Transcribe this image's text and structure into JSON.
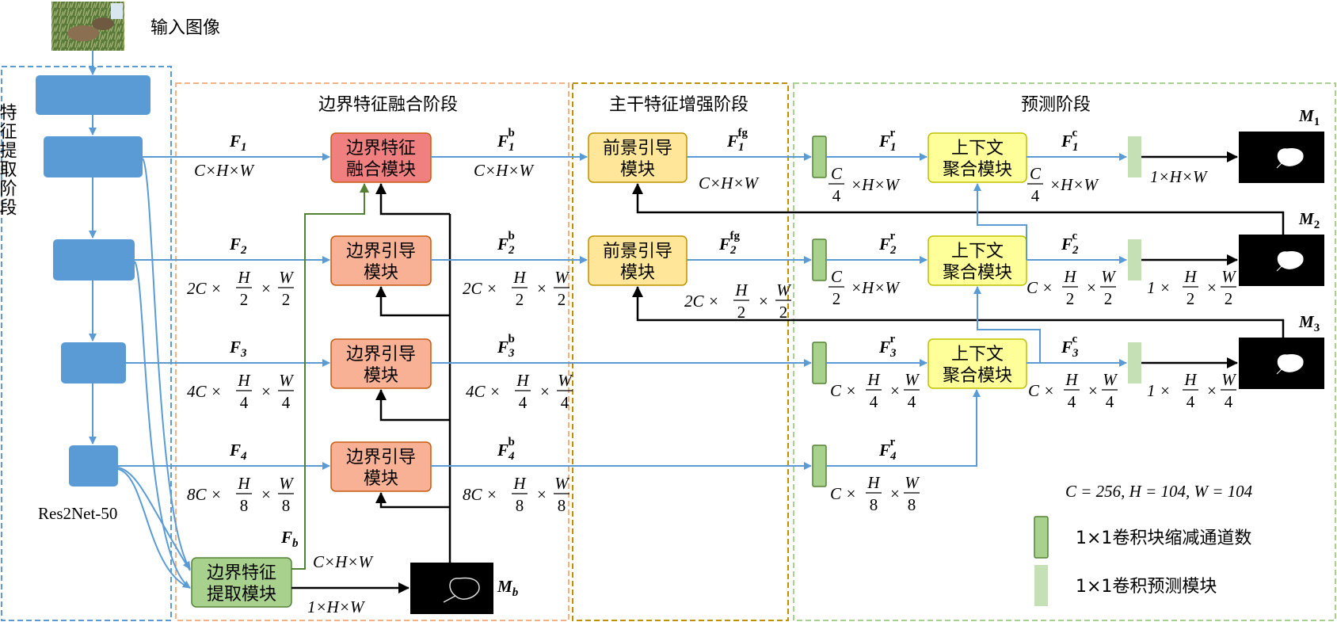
{
  "input_label": "输入图像",
  "backbone_label": "Res2Net-50",
  "stages": {
    "extract": "特征提取阶段",
    "fuse": "边界特征融合阶段",
    "enhance": "主干特征增强阶段",
    "predict": "预测阶段"
  },
  "modules": {
    "bfm_1": "边界特征",
    "bfm_2": "融合模块",
    "bgm_1": "边界引导",
    "bgm_2": "模块",
    "fgm_1": "前景引导",
    "fgm_2": "模块",
    "cam_1": "上下文",
    "cam_2": "聚合模块",
    "bem_1": "边界特征",
    "bem_2": "提取模块"
  },
  "features": {
    "F": "F",
    "Fb_sub": "b",
    "b_sup": "b",
    "fg_sup": "fg",
    "r_sup": "r",
    "c_sup": "c",
    "Mb_sub": "b",
    "M": "M",
    "idx": [
      "1",
      "2",
      "3",
      "4"
    ]
  },
  "dims": {
    "chw": "C×H×W",
    "row1_in": "C×H×W",
    "row2_pre": "2C ×",
    "row3_pre": "4C ×",
    "row4_pre": "8C ×",
    "times": "×",
    "H": "H",
    "W": "W",
    "C": "C",
    "two": "2",
    "four": "4",
    "eight": "8",
    "c4_tail": "×H×W",
    "c2_tail": "×H×W",
    "one_hw": "1×H×W",
    "one_pre": "1 ×",
    "c_pre": "C ×",
    "bem_out": "C×H×W",
    "bem_mask": "1×H×W"
  },
  "legend": {
    "params": "C = 256, H = 104, W = 104",
    "reduce": "1×1卷积块缩减通道数",
    "predict": "1×1卷积预测模块"
  },
  "colors": {
    "blue": "#5b9bd5",
    "blue_dark": "#4a86c5",
    "green": "#a9d18e",
    "green_dark": "#548235",
    "green_light": "#c5e0b4",
    "salmon": "#f8b195",
    "red": "#f08080",
    "yellow": "#ffe699",
    "lime": "#ffff99",
    "orange_border": "#f4b183",
    "gold_border": "#bf9000",
    "greenline_border": "#a9d18e"
  }
}
